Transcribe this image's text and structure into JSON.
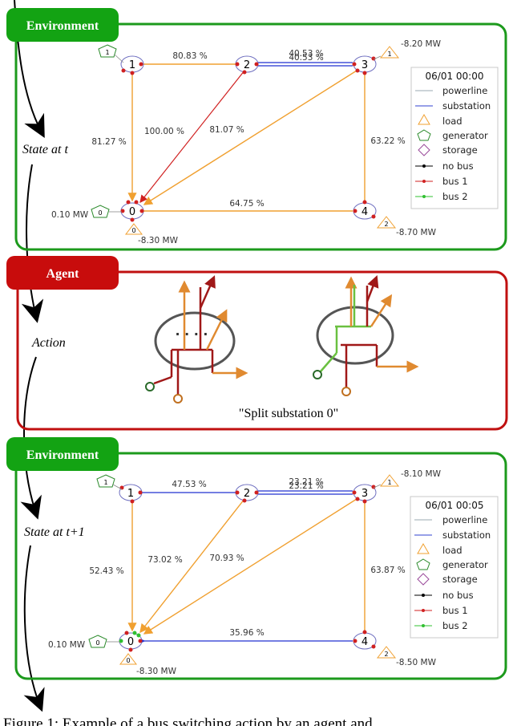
{
  "top_panel": {
    "tag": "Environment",
    "state_label": "State at t",
    "timestamp": "06/01 00:00",
    "nodes": [
      "0",
      "1",
      "2",
      "3",
      "4"
    ],
    "device_ids": {
      "gen0": "0",
      "load0": "0",
      "gen1": "1",
      "load3": "1",
      "load4": "2"
    },
    "power": {
      "gen0": "0.10 MW",
      "load0": "-8.30 MW",
      "load3": "-8.20 MW",
      "load4": "-8.70 MW"
    },
    "lines": {
      "l12": "80.83 %",
      "l23a": "40.53 %",
      "l23b": "40.53 %",
      "l10": "81.27 %",
      "l20": "100.00 %",
      "l30": "81.07 %",
      "l34": "63.22 %",
      "l04": "64.75 %"
    }
  },
  "agent_panel": {
    "tag": "Agent",
    "action_label": "Action",
    "caption": "\"Split substation 0\""
  },
  "bottom_panel": {
    "tag": "Environment",
    "state_label": "State at t+1",
    "timestamp": "06/01 00:05",
    "nodes": [
      "0",
      "1",
      "2",
      "3",
      "4"
    ],
    "device_ids": {
      "gen0": "0",
      "load0": "0",
      "gen1": "1",
      "load3": "1",
      "load4": "2"
    },
    "power": {
      "gen0": "0.10 MW",
      "load0": "-8.30 MW",
      "load3": "-8.10 MW",
      "load4": "-8.50 MW"
    },
    "lines": {
      "l12": "47.53 %",
      "l23a": "23.21 %",
      "l23b": "23.21 %",
      "l10": "52.43 %",
      "l20": "73.02 %",
      "l30": "70.93 %",
      "l34": "63.87 %",
      "l04": "35.96 %"
    }
  },
  "legend": {
    "items": [
      "powerline",
      "substation",
      "load",
      "generator",
      "storage",
      "no bus",
      "bus 1",
      "bus 2"
    ]
  },
  "figure_caption": "Figure 1: Example of a bus switching action by an agent and"
}
